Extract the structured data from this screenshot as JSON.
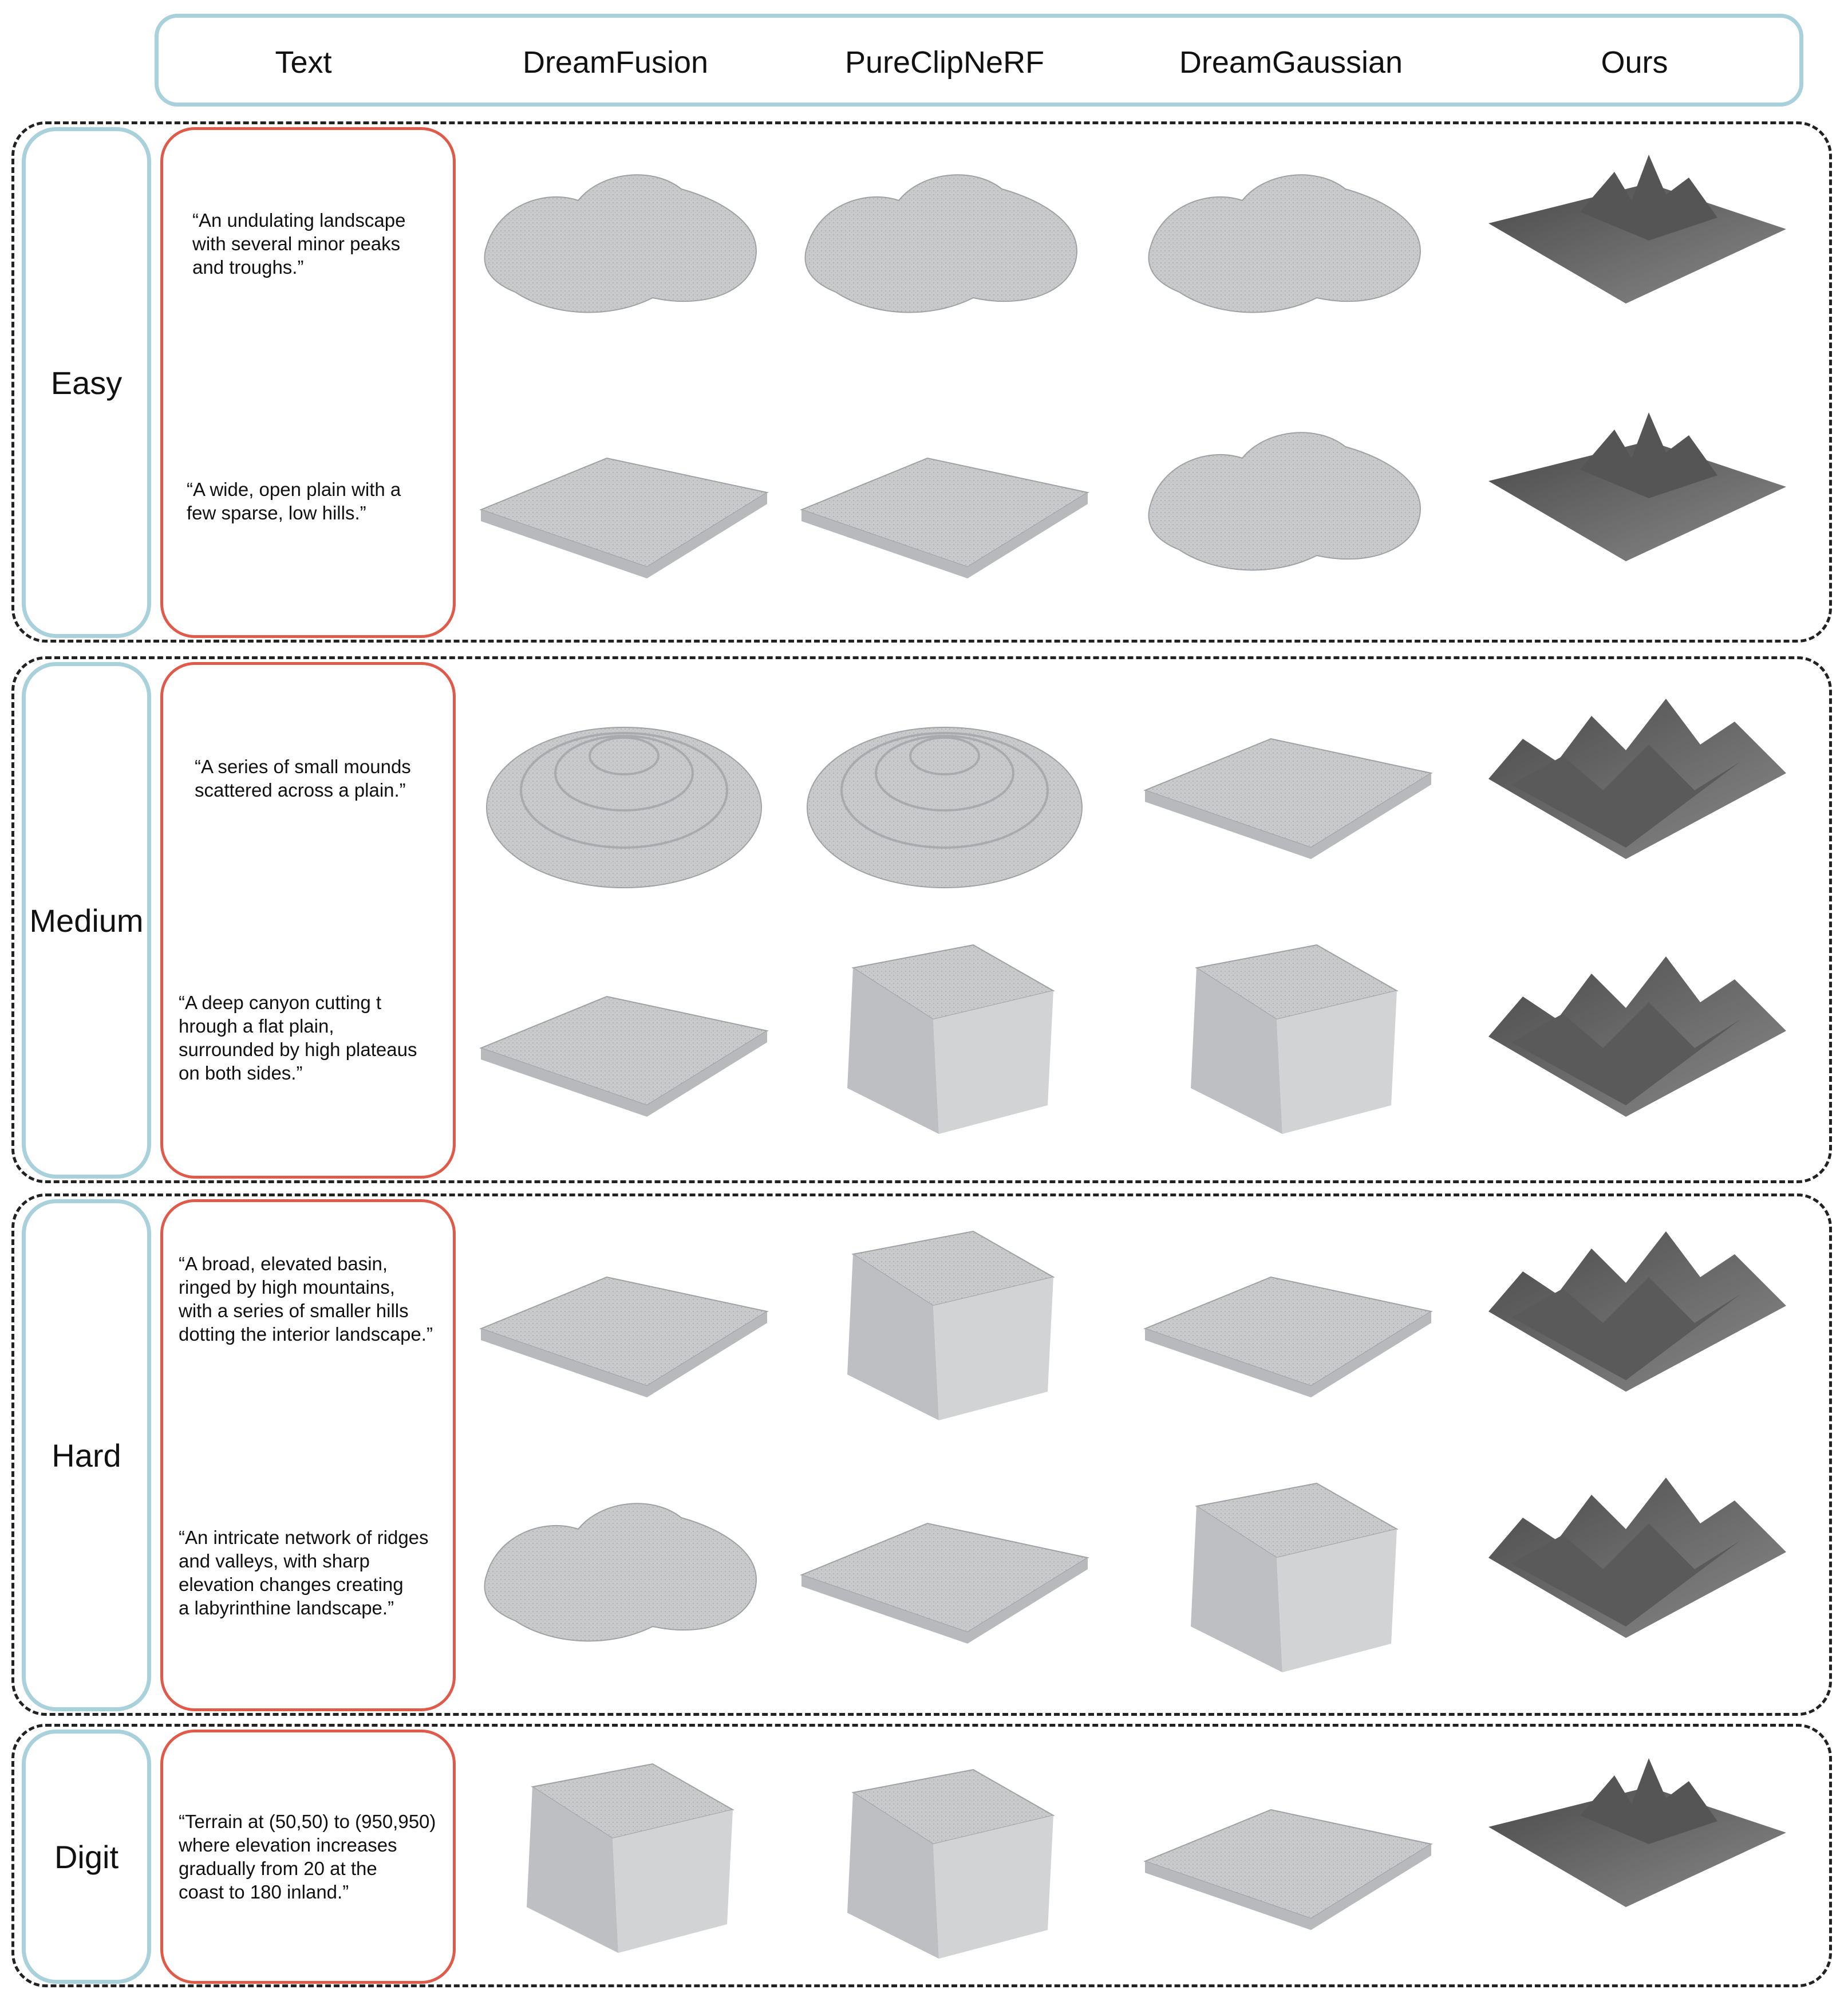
{
  "columns": [
    "Text",
    "DreamFusion",
    "PureClipNeRF",
    "DreamGaussian",
    "Ours"
  ],
  "groups": [
    {
      "level": "Easy",
      "prompts": [
        "“An undulating landscape\nwith several minor peaks\nand troughs.”",
        "“A wide, open plain with a\nfew sparse, low hills.”"
      ]
    },
    {
      "level": "Medium",
      "prompts": [
        "“A series of small mounds\nscattered across a plain.”",
        "“A deep canyon cutting t\nhrough a flat plain,\nsurrounded by high plateaus\non both sides.”"
      ]
    },
    {
      "level": "Hard",
      "prompts": [
        "“A broad, elevated basin,\nringed by high mountains,\nwith a series of smaller hills\ndotting the interior landscape.”",
        "“An intricate network of ridges\nand valleys, with sharp\nelevation changes creating\na labyrinthine landscape.”"
      ]
    },
    {
      "level": "Digit",
      "prompts": [
        "“Terrain at (50,50) to (950,950)\nwhere elevation increases\ngradually from 20 at the\ncoast to 180 inland.”"
      ]
    }
  ],
  "colors": {
    "header_border": "#a9d1db",
    "level_border": "#a9d1db",
    "text_border": "#e05a4a",
    "mesh_fill": "#c9cacc",
    "ours_fill": "#6a6a6a"
  }
}
